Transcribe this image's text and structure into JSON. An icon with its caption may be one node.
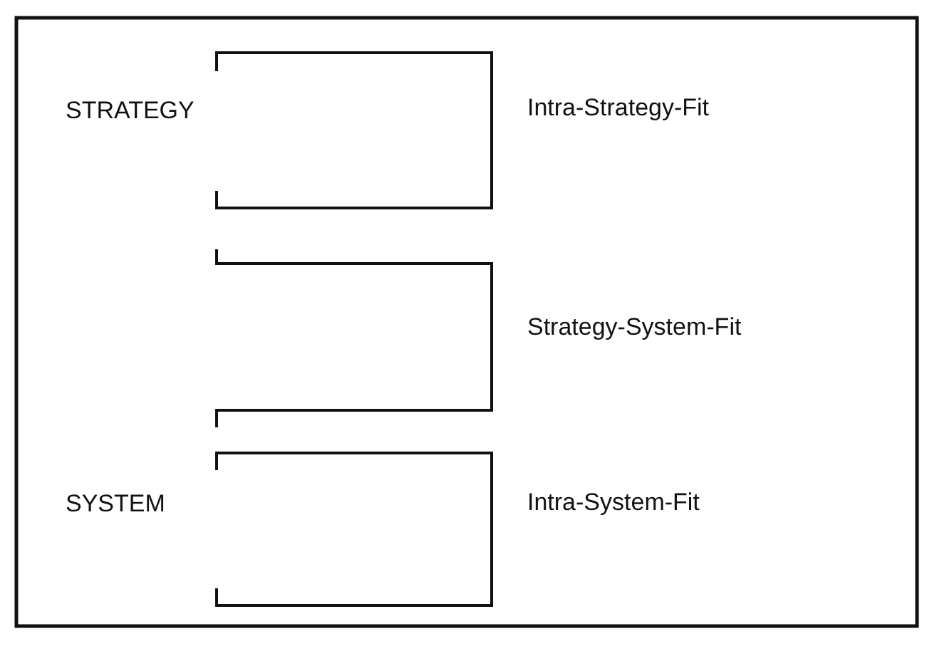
{
  "diagram": {
    "labels": [
      "STRATEGY",
      "Intra-Strategy-Fit",
      "Strategy-System-Fit",
      "SYSTEM",
      "Intra-System-Fit"
    ]
  }
}
